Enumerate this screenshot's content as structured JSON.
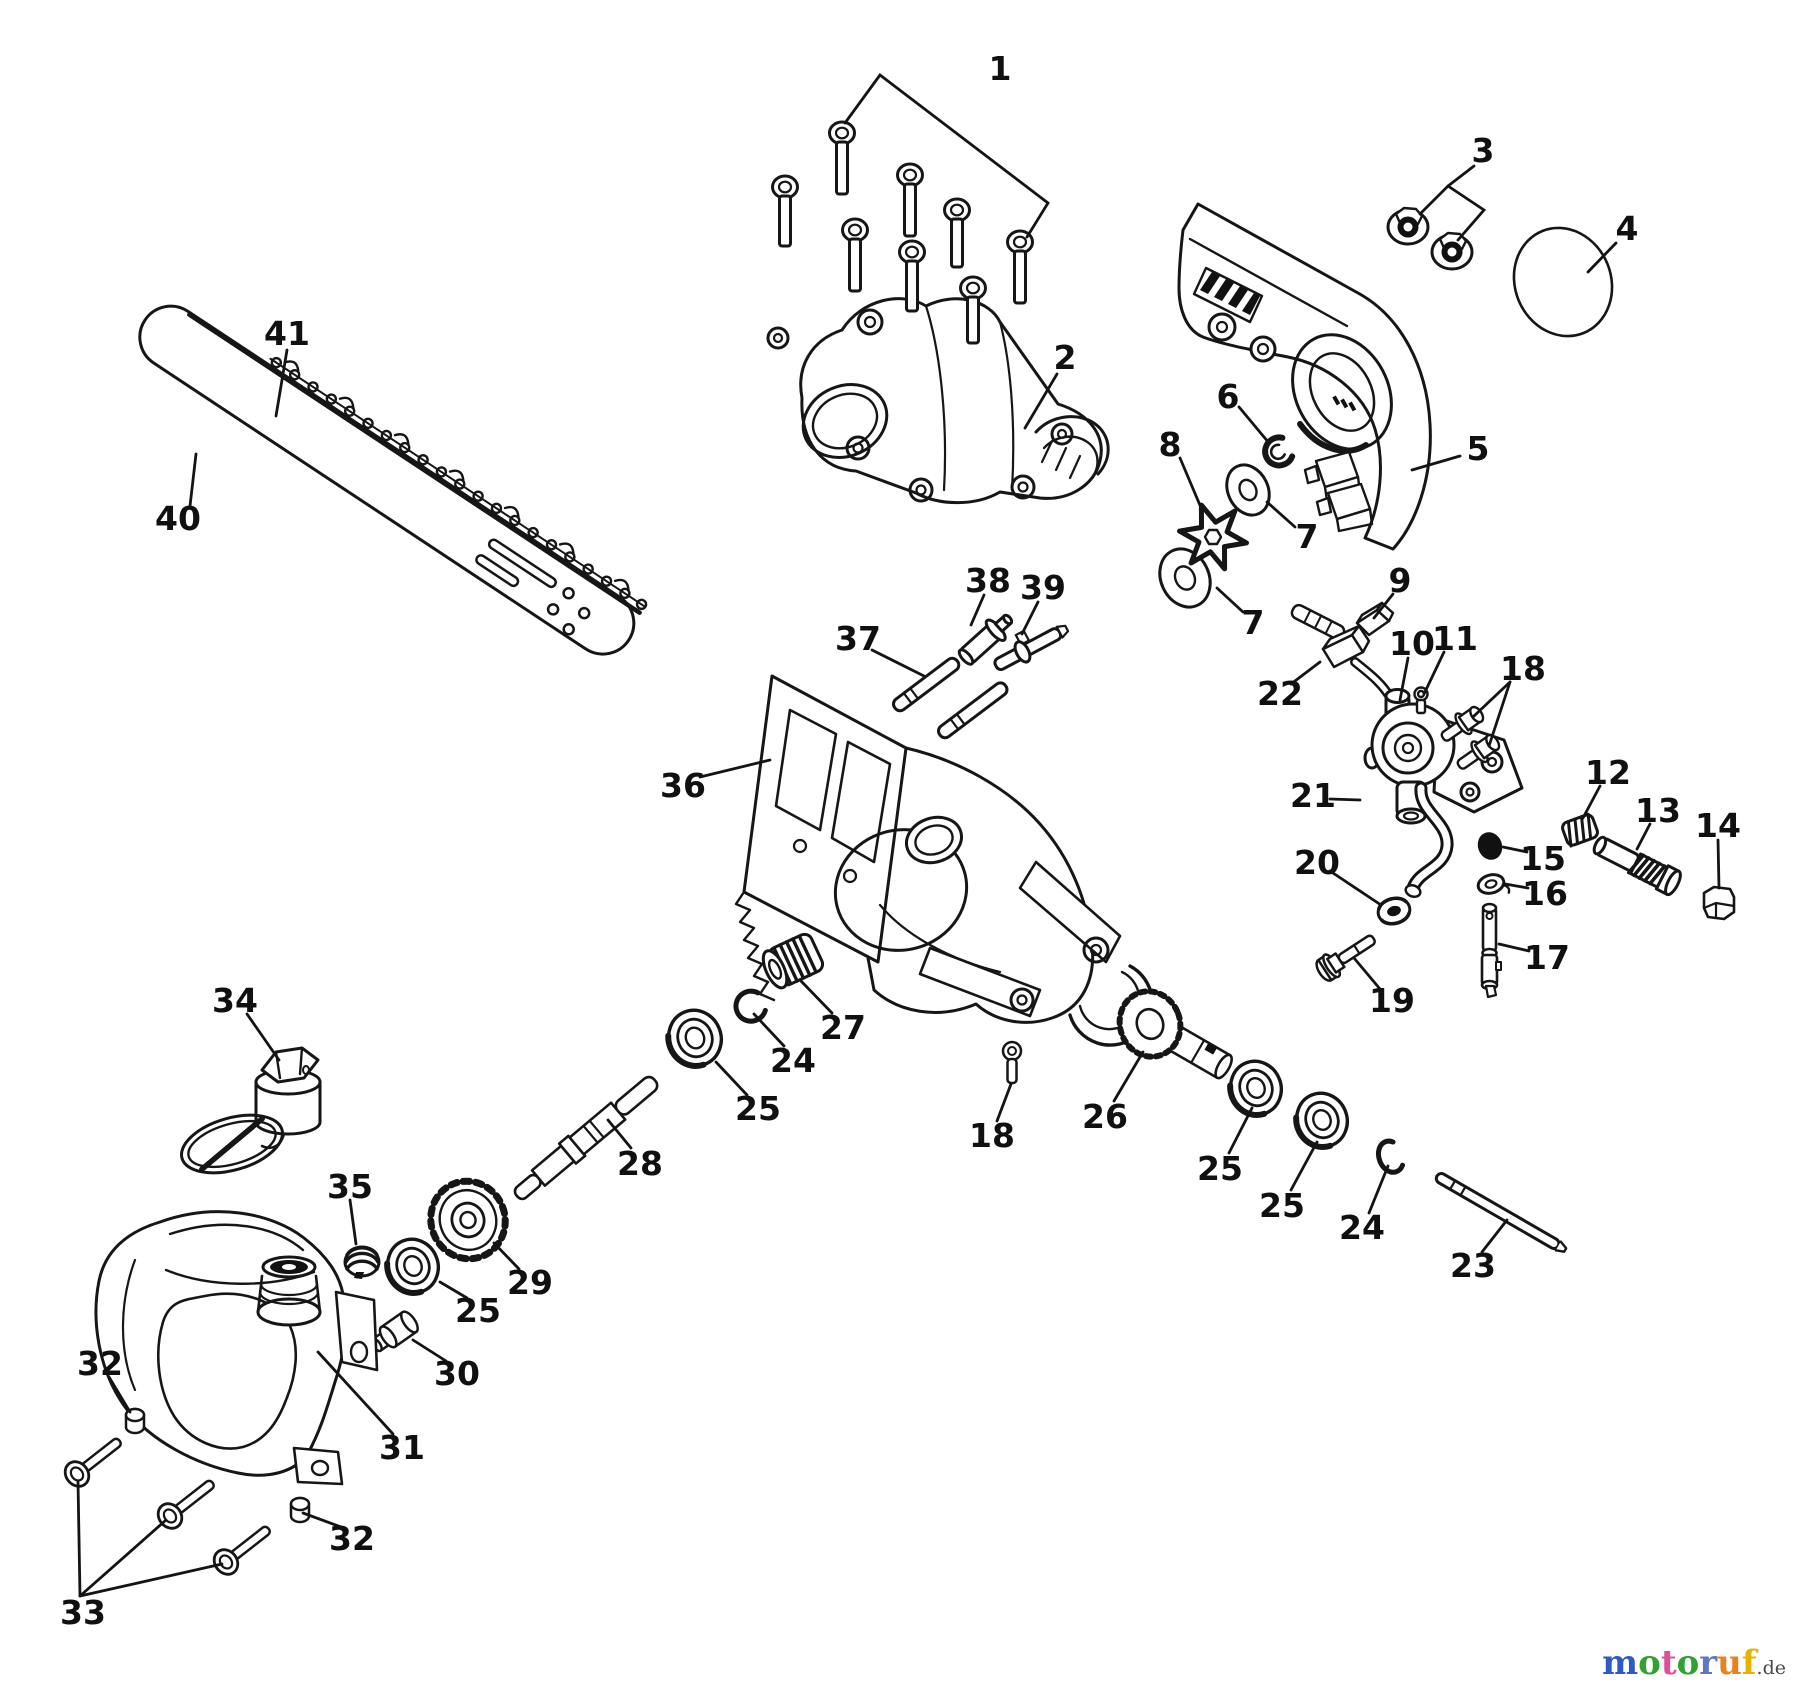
{
  "page": {
    "background": "#ffffff"
  },
  "callouts": {
    "n1": "1",
    "n2": "2",
    "n3": "3",
    "n4": "4",
    "n5": "5",
    "n6": "6",
    "n7": "7",
    "n8": "8",
    "n9": "9",
    "n10": "10",
    "n11": "11",
    "n12": "12",
    "n13": "13",
    "n14": "14",
    "n15": "15",
    "n16": "16",
    "n17": "17",
    "n18": "18",
    "n19": "19",
    "n20": "20",
    "n21": "21",
    "n22": "22",
    "n23": "23",
    "n24": "24",
    "n25": "25",
    "n26": "26",
    "n27": "27",
    "n28": "28",
    "n29": "29",
    "n30": "30",
    "n31": "31",
    "n32": "32",
    "n33": "33",
    "n34": "34",
    "n35": "35",
    "n36": "36",
    "n37": "37",
    "n38": "38",
    "n39": "39",
    "n40": "40",
    "n41": "41"
  },
  "watermark": {
    "letters": [
      {
        "ch": "m",
        "color": "#2e59c6"
      },
      {
        "ch": "o",
        "color": "#2fa22f"
      },
      {
        "ch": "t",
        "color": "#e0509a"
      },
      {
        "ch": "o",
        "color": "#2fa22f"
      },
      {
        "ch": "r",
        "color": "#5b79c0"
      },
      {
        "ch": "u",
        "color": "#e8821e"
      },
      {
        "ch": "f",
        "color": "#e6b400"
      }
    ],
    "suffix": ".de"
  }
}
